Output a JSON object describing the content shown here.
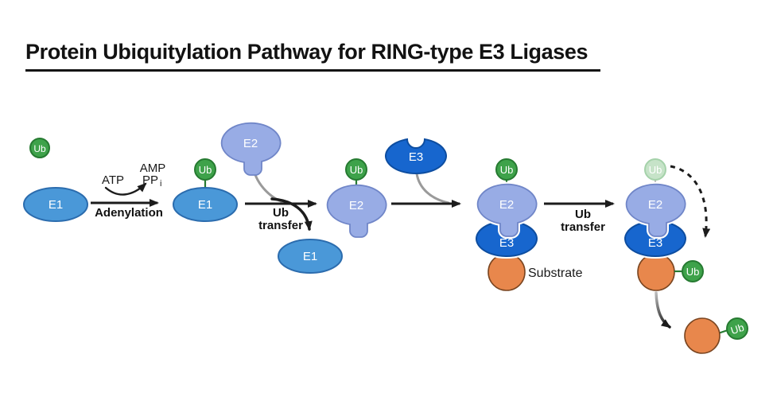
{
  "title": "Protein Ubiquitylation Pathway for RING-type E3 Ligases",
  "labels": {
    "e1": "E1",
    "e2": "E2",
    "e3": "E3",
    "ub": "Ub",
    "atp": "ATP",
    "amp": "AMP",
    "pp": "PP",
    "pp_sub": "i",
    "adenylation": "Adenylation",
    "ub_transfer_line1": "Ub",
    "ub_transfer_line2": "transfer",
    "substrate": "Substrate"
  },
  "colors": {
    "e1_fill": "#4A98D8",
    "e1_stroke": "#2B6CAE",
    "e2_fill": "#98ACE5",
    "e2_stroke": "#7086C8",
    "e3_fill": "#1766CE",
    "e3_stroke": "#0D4DA0",
    "ub_fill": "#3EA24A",
    "ub_stroke": "#267A31",
    "ub_faded_fill": "#C6E3C8",
    "substrate_fill": "#E8874C",
    "substrate_stroke": "#7A4520",
    "arrow": "#1C1C1C",
    "title_text": "#121212",
    "background": "#FFFFFF"
  }
}
